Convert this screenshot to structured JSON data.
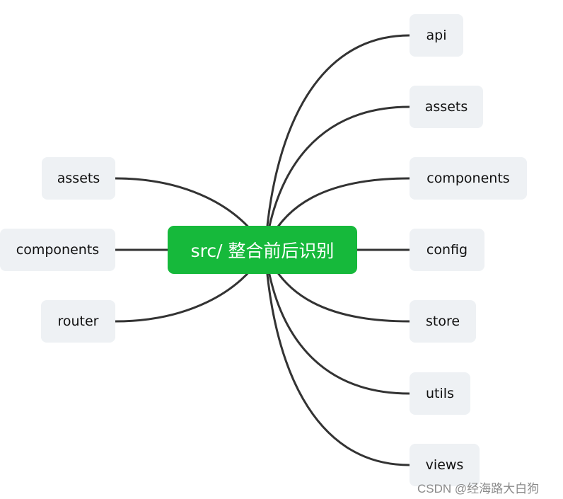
{
  "root": {
    "label": "src/ 整合前后识别",
    "color": "#16b93b"
  },
  "right_children": [
    {
      "label": "api"
    },
    {
      "label": "assets"
    },
    {
      "label": "components"
    },
    {
      "label": "config"
    },
    {
      "label": "store"
    },
    {
      "label": "utils"
    },
    {
      "label": "views"
    }
  ],
  "left_children": [
    {
      "label": "assets"
    },
    {
      "label": "components"
    },
    {
      "label": "router"
    }
  ],
  "watermark": "CSDN @经海路大白狗"
}
